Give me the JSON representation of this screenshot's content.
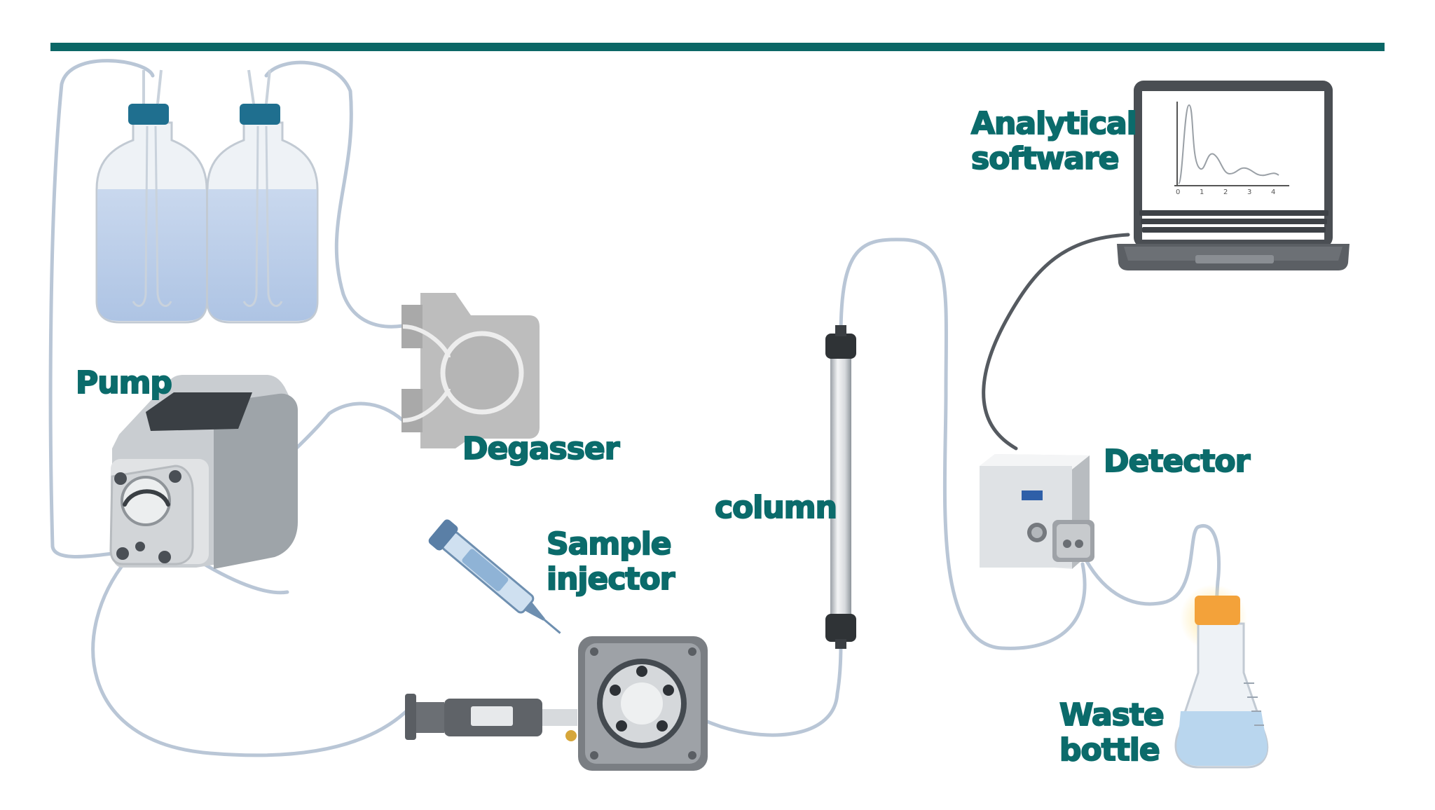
{
  "colors": {
    "header_bar": "#0b6766",
    "label_text": "#0b6b6b",
    "tubing": "#b9c6d6",
    "liquid": "#bccfe8",
    "cap": "#1f6f8f",
    "flask_cap": "#f3a23a"
  },
  "labels": {
    "pump": "Pump",
    "degasser": "Degasser",
    "sample_injector_line1": "Sample",
    "sample_injector_line2": "injector",
    "column": "column",
    "detector": "Detector",
    "analytical_software_line1": "Analytical",
    "analytical_software_line2": "software",
    "waste_bottle_line1": "Waste",
    "waste_bottle_line2": "bottle"
  },
  "chromatogram_ticks": [
    "0",
    "1",
    "2",
    "3",
    "4"
  ],
  "icons": [
    "solvent-bottle-icon",
    "pump-icon",
    "degasser-icon",
    "syringe-icon",
    "injector-valve-icon",
    "column-icon",
    "detector-icon",
    "laptop-icon",
    "waste-flask-icon"
  ]
}
